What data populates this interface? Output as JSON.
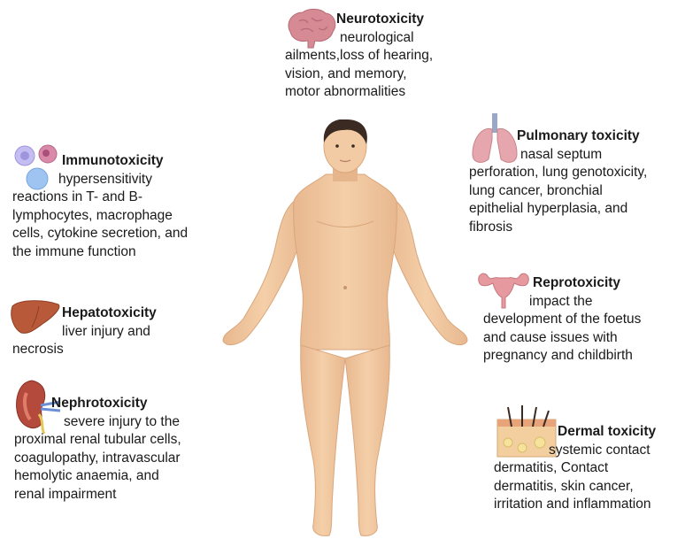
{
  "colors": {
    "skin": "#f2caa3",
    "skin_shadow": "#dfae84",
    "hair": "#3a2a22",
    "brain": "#d58a94",
    "lung": "#e5a7ad",
    "liver": "#b85a3a",
    "kidney": "#b44a3c",
    "uterus": "#e69aa0",
    "cell_purple": "#a8a0e8",
    "cell_blue": "#9fc4f1"
  },
  "sections": {
    "neurotoxicity": {
      "title": "Neurotoxicity",
      "body": "neurological\nailments,loss of hearing,\nvision, and memory,\nmotor abnormalities",
      "icon": "brain-icon"
    },
    "pulmonary": {
      "title": "Pulmonary toxicity",
      "body": "nasal septum\nperforation, lung genotoxicity,\nlung cancer, bronchial\nepithelial hyperplasia, and\nfibrosis",
      "icon": "lungs-icon"
    },
    "immunotoxicity": {
      "title": "Immunotoxicity",
      "body": "hypersensitivity\nreactions in T- and B-\nlymphocytes, macrophage\ncells, cytokine secretion, and\nthe immune function",
      "icon": "immune-cells-icon"
    },
    "reprotoxicity": {
      "title": "Reprotoxicity",
      "body": "impact the\ndevelopment of the foetus\nand cause issues with\npregnancy and childbirth",
      "icon": "uterus-icon"
    },
    "hepatotoxicity": {
      "title": "Hepatotoxicity",
      "body": "liver injury and\nnecrosis",
      "icon": "liver-icon"
    },
    "nephrotoxicity": {
      "title": "Nephrotoxicity",
      "body": "severe injury to the\nproximal renal tubular cells,\ncoagulopathy, intravascular\nhemolytic anaemia, and\nrenal impairment",
      "icon": "kidney-icon"
    },
    "dermal": {
      "title": "Dermal toxicity",
      "body": "systemic contact\ndermatitis, Contact\ndermatitis, skin cancer,\nirritation and inflammation",
      "icon": "skin-icon"
    }
  }
}
